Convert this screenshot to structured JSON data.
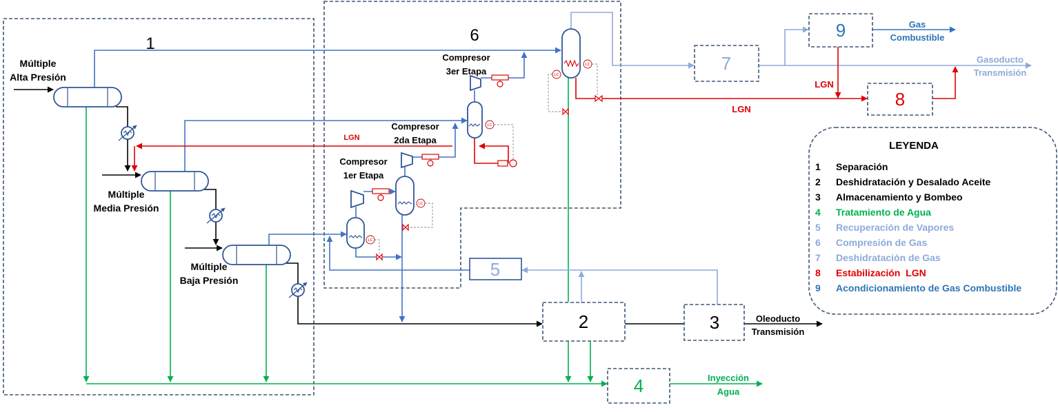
{
  "section_numbers": {
    "s1": "1",
    "s2": "2",
    "s3": "3",
    "s4": "4",
    "s5": "5",
    "s6": "6",
    "s7": "7",
    "s8": "8",
    "s9": "9"
  },
  "equipment_labels": {
    "alta_presion": {
      "line1": "Múltiple",
      "line2": "Alta Presión"
    },
    "media_presion": {
      "line1": "Múltiple",
      "line2": "Media Presión"
    },
    "baja_presion": {
      "line1": "Múltiple",
      "line2": "Baja Presión"
    },
    "compresor_3": {
      "line1": "Compresor",
      "line2": "3er Etapa"
    },
    "compresor_2": {
      "line1": "Compresor",
      "line2": "2da Etapa"
    },
    "compresor_1": {
      "line1": "Compresor",
      "line2": "1er Etapa"
    }
  },
  "stream_labels": {
    "lgn_recycle": "LGN",
    "lgn_from_9": "LGN",
    "lgn_to_8": "LGN",
    "gas_combustible": {
      "line1": "Gas",
      "line2": "Combustible"
    },
    "gasoducto": {
      "line1": "Gasoducto",
      "line2": "Transmisión"
    },
    "oleoducto": {
      "line1": "Oleoducto",
      "line2": "Transmisión"
    },
    "inyeccion": {
      "line1": "Inyección",
      "line2": "Agua"
    }
  },
  "instrument_tag": "LC",
  "legend": {
    "title": "LEYENDA",
    "items": [
      {
        "num": "1",
        "text": "Separación",
        "color": "#000000"
      },
      {
        "num": "2",
        "text": "Deshidratación y Desalado Aceite",
        "color": "#000000"
      },
      {
        "num": "3",
        "text": "Almacenamiento y Bombeo",
        "color": "#000000"
      },
      {
        "num": "4",
        "text": "Tratamiento de Agua",
        "color": "#00b050"
      },
      {
        "num": "5",
        "text": "Recuperación de Vapores",
        "color": "#8eaadb"
      },
      {
        "num": "6",
        "text": "Compresión de Gas",
        "color": "#8eaadb"
      },
      {
        "num": "7",
        "text": "Deshidratación de Gas",
        "color": "#8eaadb"
      },
      {
        "num": "8",
        "text": "Estabilización  LGN",
        "color": "#e00000"
      },
      {
        "num": "9",
        "text": "Acondicionamiento de Gas Combustible",
        "color": "#2e75b6"
      }
    ]
  },
  "colors": {
    "oil": "#000000",
    "gas": "#4472c4",
    "light_gas": "#8eaadb",
    "fuel_gas": "#2e75b6",
    "lgn": "#e00000",
    "water": "#00b050",
    "boundary": "#3e5675"
  }
}
